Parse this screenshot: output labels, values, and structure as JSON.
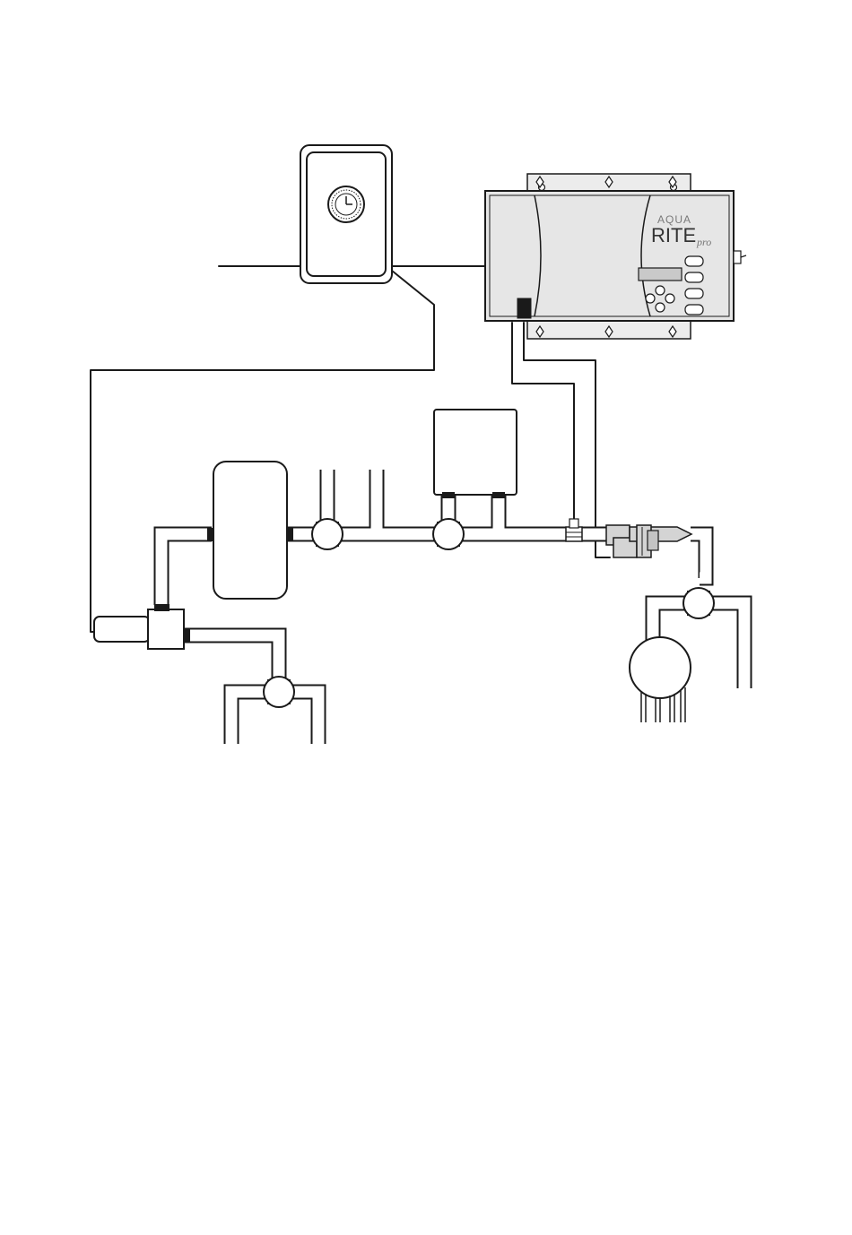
{
  "brand": {
    "line1": "AQUA",
    "line2": "RITE",
    "suffix": "pro"
  },
  "colors": {
    "stroke": "#1a1a1a",
    "panel_fill": "#e6e6e6",
    "panel_dark": "#c9c9c9",
    "fitting_fill": "#d4d4d4"
  },
  "icons": [
    "clock-icon"
  ]
}
